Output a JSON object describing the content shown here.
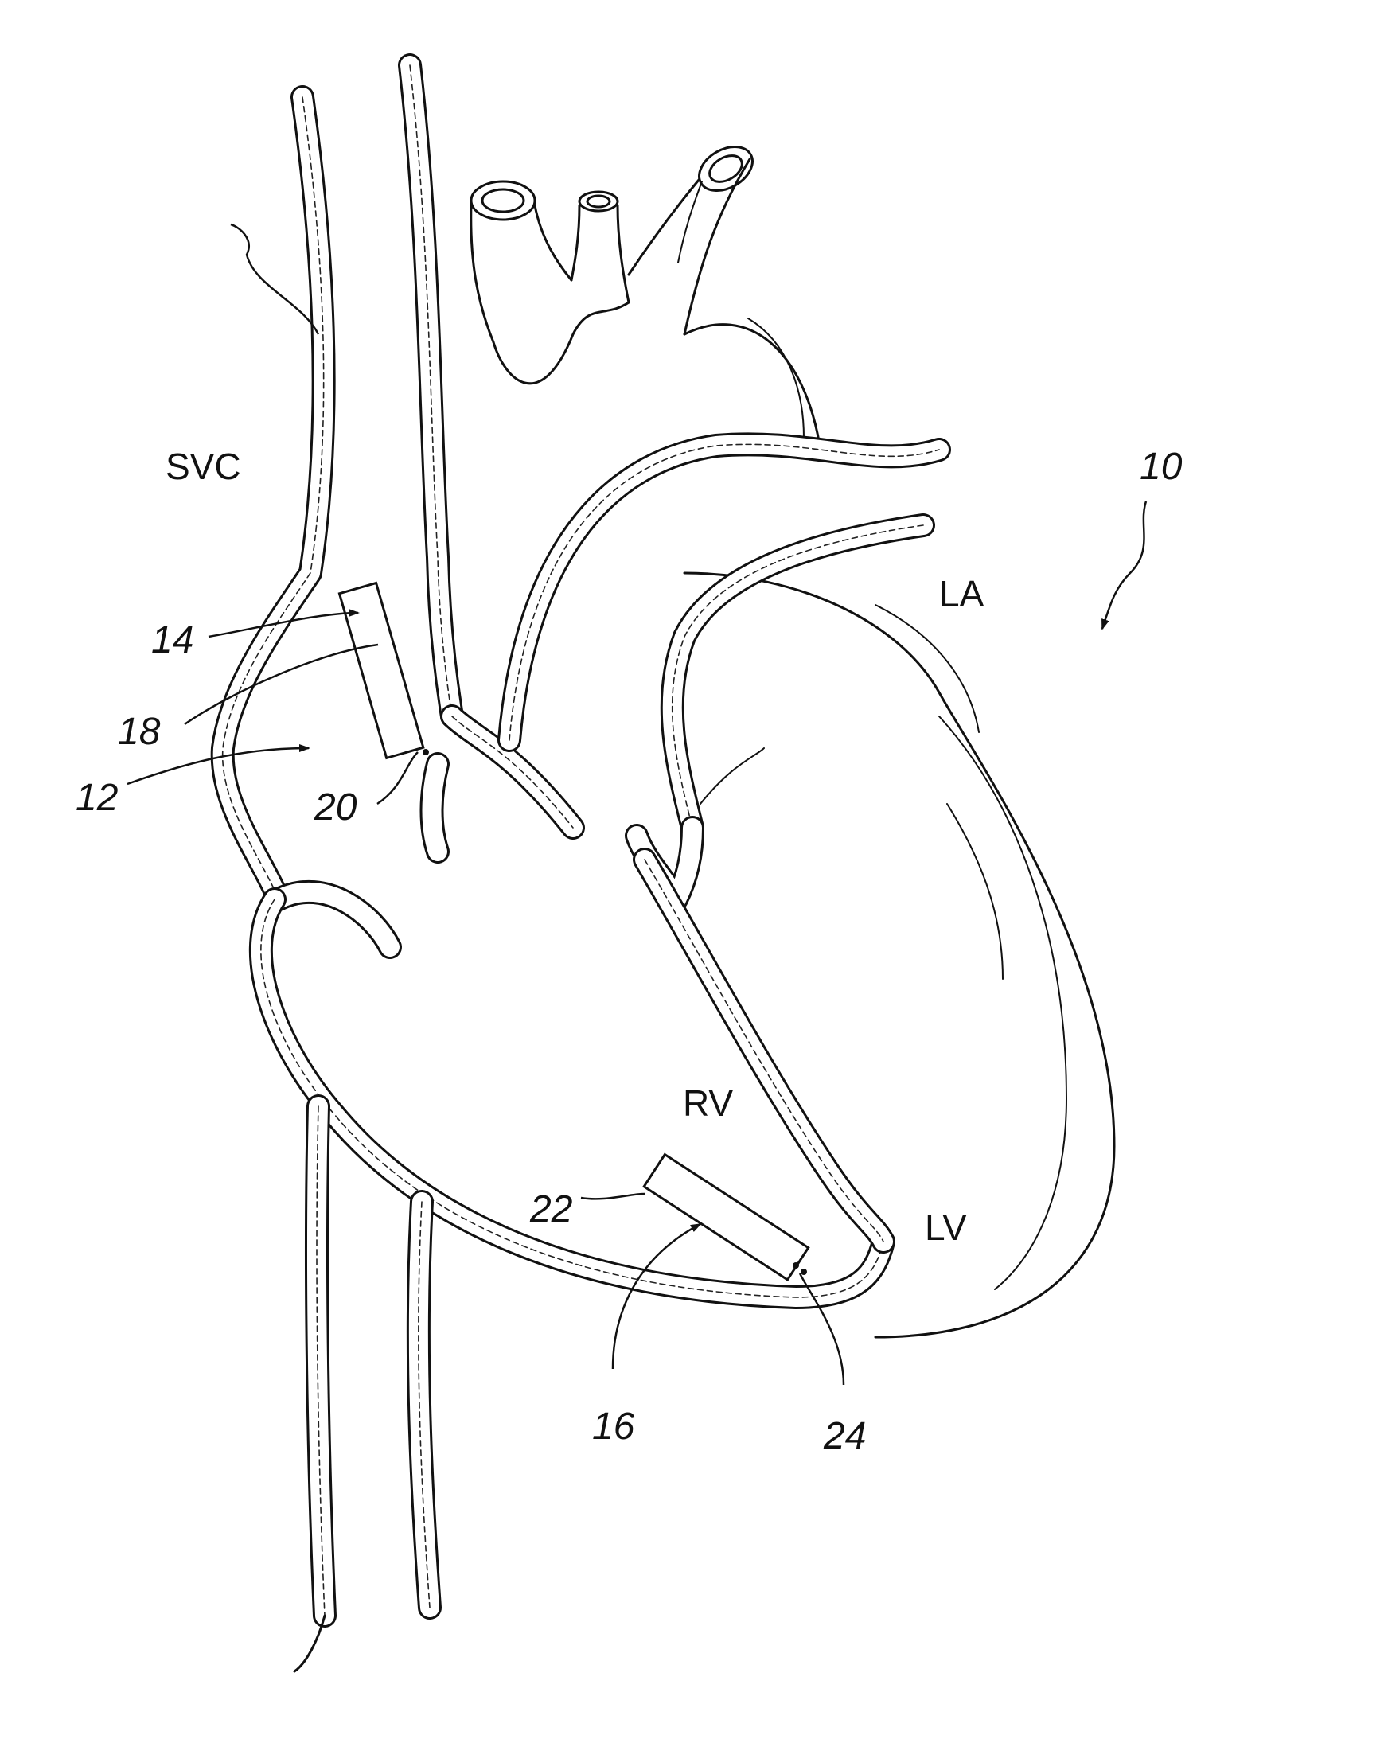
{
  "figure": {
    "reference_numeral": "10",
    "labels": {
      "svc": "SVC",
      "la": "LA",
      "rv": "RV",
      "lv": "LV"
    },
    "callouts": {
      "n12": "12",
      "n14": "14",
      "n16": "16",
      "n18": "18",
      "n20": "20",
      "n22": "22",
      "n24": "24"
    }
  }
}
